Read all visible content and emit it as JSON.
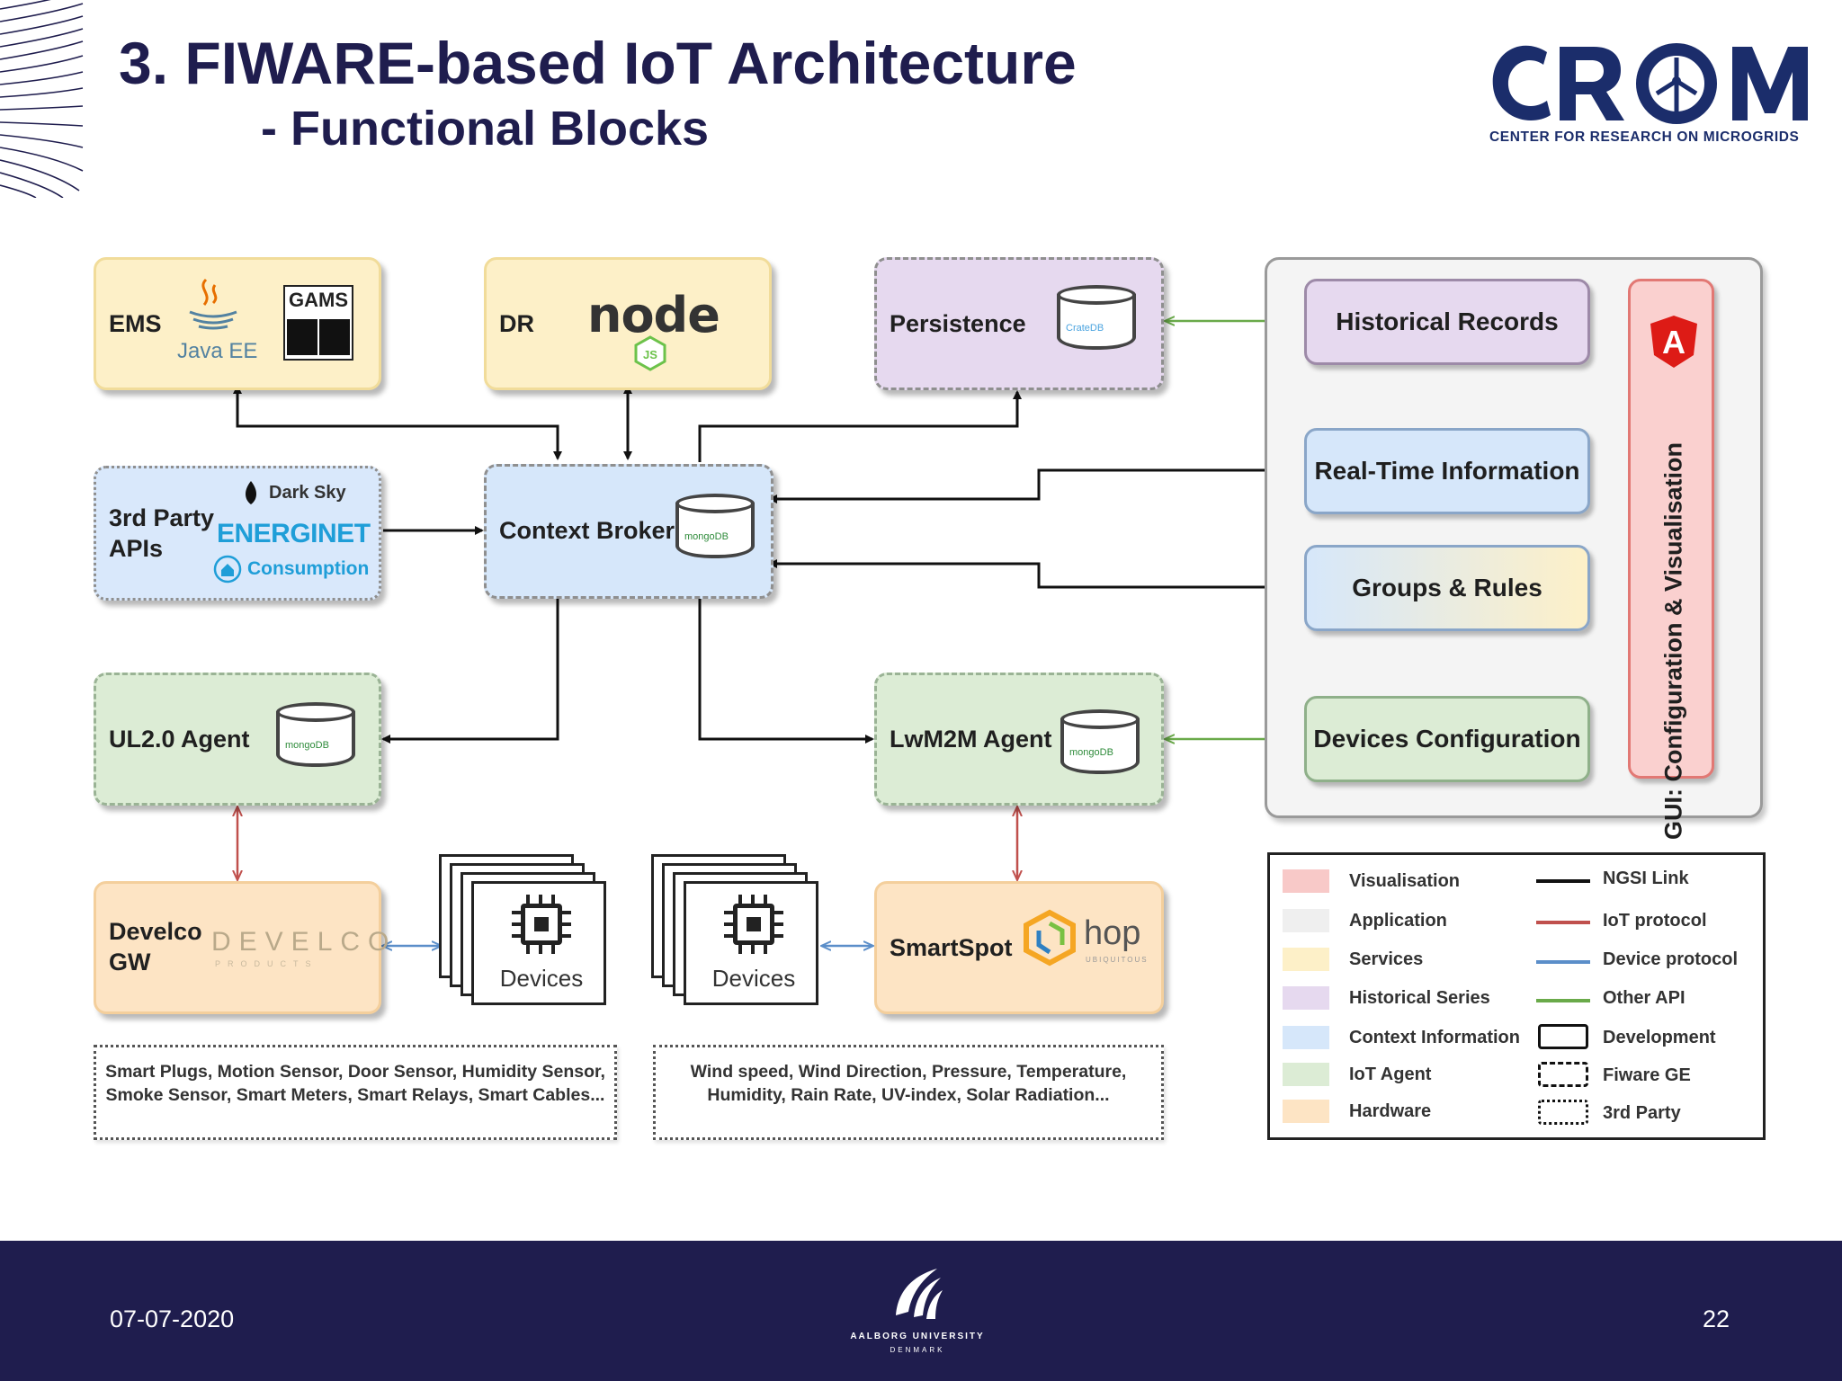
{
  "slide": {
    "title": "3. FIWARE-based IoT Architecture",
    "subtitle": "- Functional Blocks",
    "date": "07-07-2020",
    "page_number": "22"
  },
  "logo": {
    "crom_text": "CROM",
    "crom_subtitle": "CENTER FOR RESEARCH ON MICROGRIDS",
    "university": "AALBORG UNIVERSITY",
    "university_sub": "DENMARK"
  },
  "blocks": {
    "ems": {
      "label": "EMS",
      "logo1": "Java EE",
      "logo2": "GAMS"
    },
    "dr": {
      "label": "DR",
      "logo": "node"
    },
    "persistence": {
      "label": "Persistence",
      "db": "CrateDB"
    },
    "third_party": {
      "label_line1": "3rd Party",
      "label_line2": "APIs",
      "api1": "Dark Sky",
      "api2": "ENERGINET",
      "api3": "Consumption"
    },
    "context_broker": {
      "label": "Context Broker",
      "db": "mongoDB"
    },
    "ul_agent": {
      "label": "UL2.0 Agent",
      "db": "mongoDB"
    },
    "lwm2m_agent": {
      "label": "LwM2M Agent",
      "db": "mongoDB"
    },
    "develco": {
      "label_line1": "Develco",
      "label_line2": "GW",
      "logo": "DEVELCO",
      "logo_sub": "PRODUCTS"
    },
    "smartspot": {
      "label": "SmartSpot",
      "logo": "hop",
      "logo_sub": "UBIQUITOUS"
    },
    "devices_left": {
      "label": "Devices"
    },
    "devices_right": {
      "label": "Devices"
    }
  },
  "gui": {
    "historical_records": "Historical Records",
    "real_time": "Real-Time Information",
    "groups_rules": "Groups & Rules",
    "devices_config": "Devices Configuration",
    "vertical": "GUI: Configuration & Visualisation",
    "framework_icon": "A"
  },
  "notes": {
    "left_line1": "Smart Plugs, Motion Sensor, Door Sensor, Humidity Sensor,",
    "left_line2": "Smoke Sensor, Smart Meters, Smart Relays, Smart Cables...",
    "right_line1": "Wind speed, Wind Direction, Pressure, Temperature,",
    "right_line2": "Humidity, Rain Rate, UV-index, Solar Radiation..."
  },
  "legend": {
    "colors": [
      {
        "label": "Visualisation",
        "color": "#f8c9c8"
      },
      {
        "label": "Application",
        "color": "#efefef"
      },
      {
        "label": "Services",
        "color": "#fdf0c8"
      },
      {
        "label": "Historical Series",
        "color": "#e6d9ef"
      },
      {
        "label": "Context Information",
        "color": "#d6e7fa"
      },
      {
        "label": "IoT Agent",
        "color": "#dcecd5"
      },
      {
        "label": "Hardware",
        "color": "#fde4c4"
      }
    ],
    "lines": [
      {
        "label": "NGSI Link",
        "color": "#111111"
      },
      {
        "label": "IoT protocol",
        "color": "#c0504d"
      },
      {
        "label": "Device protocol",
        "color": "#5b8ec9"
      },
      {
        "label": "Other API",
        "color": "#6aaa4a"
      }
    ],
    "borders": [
      {
        "label": "Development",
        "style": "solid"
      },
      {
        "label": "Fiware GE",
        "style": "dashed"
      },
      {
        "label": "3rd Party",
        "style": "dotted"
      }
    ]
  }
}
